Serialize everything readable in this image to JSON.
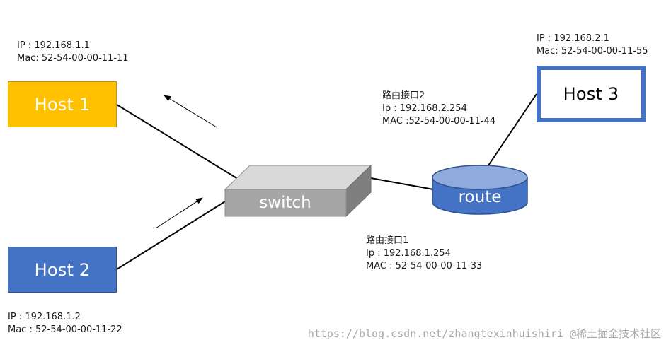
{
  "hosts": {
    "host1": {
      "label": "Host 1",
      "ip": "IP : 192.168.1.1",
      "mac": "Mac: 52-54-00-00-11-11",
      "color": "#ffc000"
    },
    "host2": {
      "label": "Host 2",
      "ip": "IP : 192.168.1.2",
      "mac": "Mac : 52-54-00-00-11-22",
      "color": "#4472c4"
    },
    "host3": {
      "label": "Host 3",
      "ip": "IP : 192.168.2.1",
      "mac": "Mac: 52-54-00-00-11-55",
      "color": "#4472c4"
    }
  },
  "switch": {
    "label": "switch",
    "color": "#a6a6a6"
  },
  "router": {
    "label": "route",
    "color": "#4472c4",
    "interface1": {
      "name": "路由接口1",
      "ip": "Ip : 192.168.1.254",
      "mac": "MAC : 52-54-00-00-11-33"
    },
    "interface2": {
      "name": "路由接口2",
      "ip": "Ip : 192.168.2.254",
      "mac": "MAC :52-54-00-00-11-44"
    }
  },
  "watermark": "https://blog.csdn.net/zhangtexinhuishiri @稀土掘金技术社区"
}
